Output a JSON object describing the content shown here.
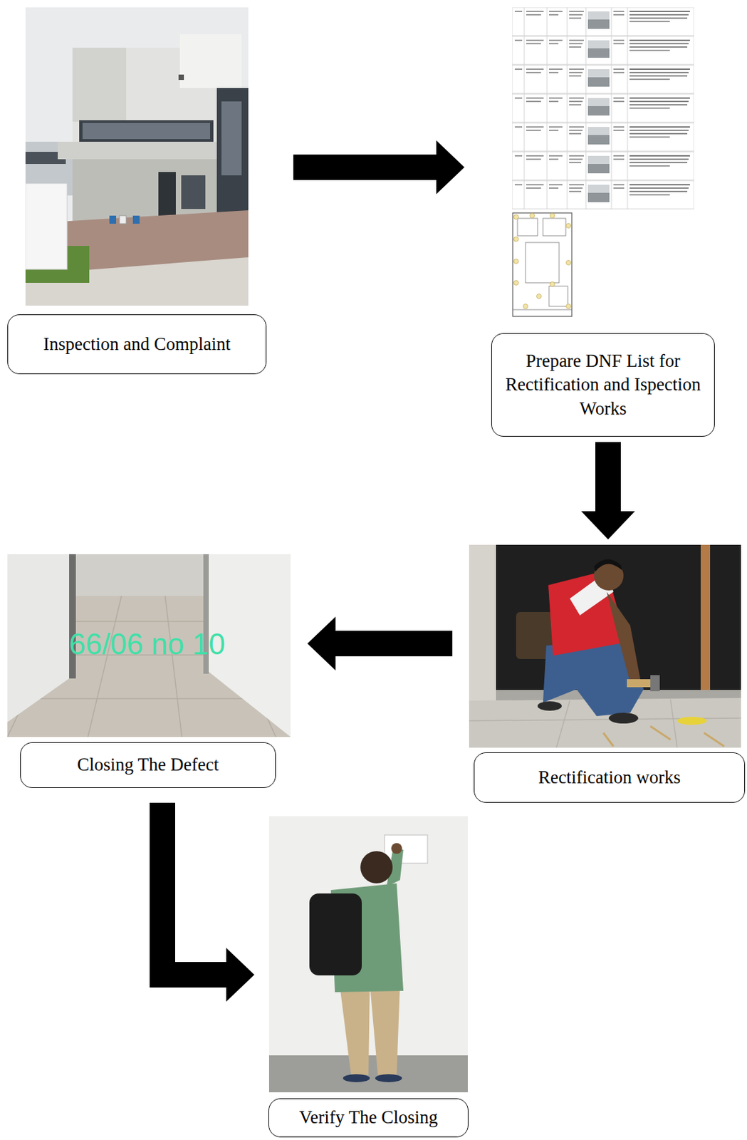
{
  "diagram": {
    "nodes": [
      {
        "text": [
          "Inspection and Complaint"
        ]
      },
      {
        "text": [
          "Prepare DNF List for Rectification and Ispection Works"
        ]
      },
      {
        "text": [
          "Rectification works"
        ]
      },
      {
        "text": [
          "Closing The Defect"
        ]
      },
      {
        "text": [
          "Verify The Closing"
        ]
      }
    ],
    "edges": [
      {
        "from": 0,
        "to": 1,
        "arrow": "to"
      },
      {
        "from": 1,
        "to": 2,
        "arrow": "to"
      },
      {
        "from": 2,
        "to": 3,
        "arrow": "to"
      },
      {
        "from": 3,
        "to": 4,
        "arrow": "to"
      }
    ],
    "labels": [
      "66/06 no 10"
    ]
  }
}
